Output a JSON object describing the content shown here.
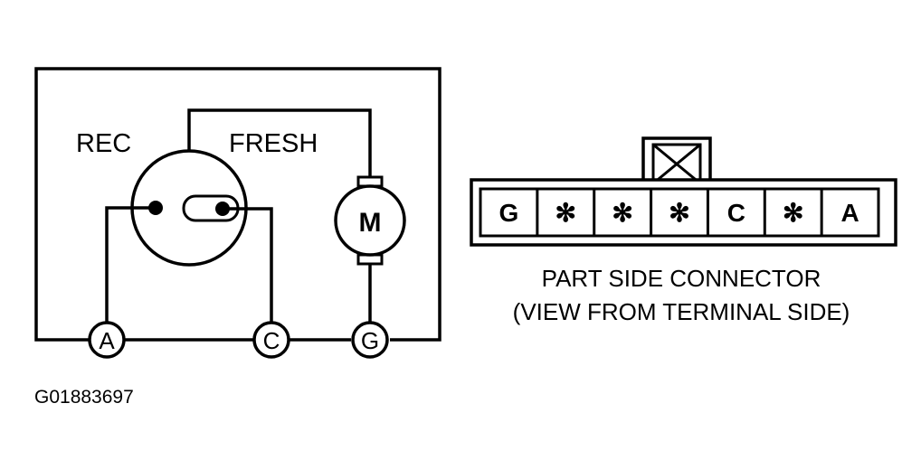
{
  "diagram": {
    "rec_label": "REC",
    "fresh_label": "FRESH",
    "motor_label": "M",
    "terminals": [
      "A",
      "C",
      "G"
    ],
    "connector": {
      "cells": [
        "G",
        "✻",
        "✻",
        "✻",
        "C",
        "✻",
        "A"
      ],
      "caption_line1": "PART SIDE CONNECTOR",
      "caption_line2": "(VIEW FROM TERMINAL SIDE)"
    },
    "figure_id": "G01883697"
  }
}
